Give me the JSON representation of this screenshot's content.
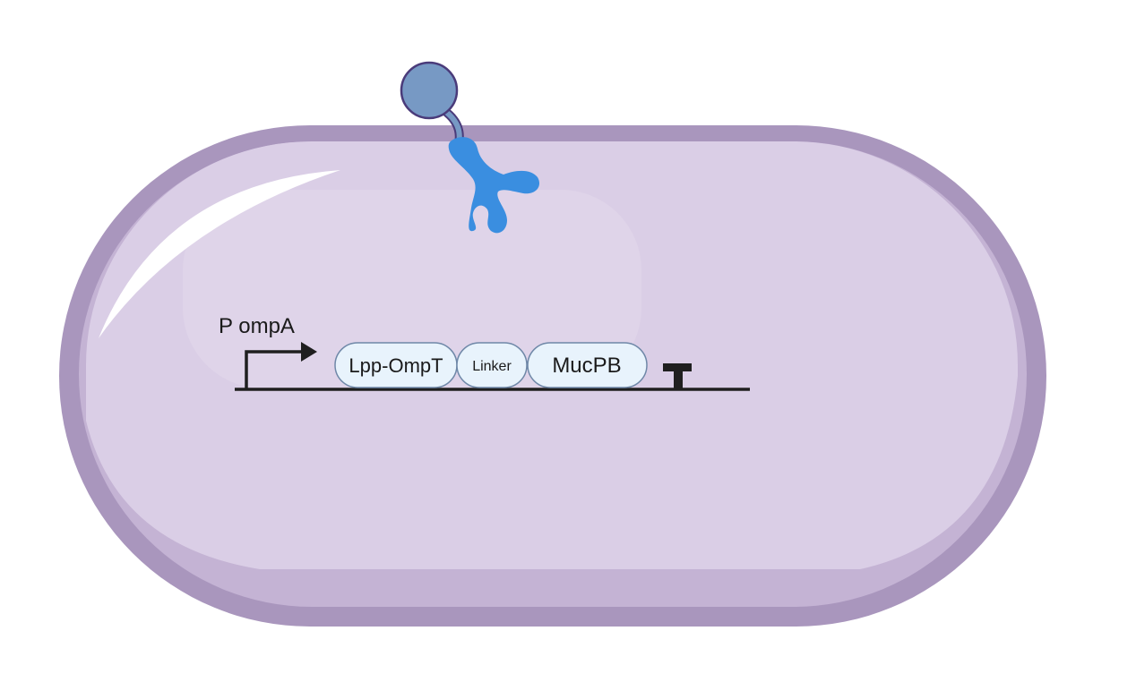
{
  "promoter": {
    "label": "P ompA"
  },
  "parts": [
    {
      "label": "Lpp-OmpT"
    },
    {
      "label": "Linker"
    },
    {
      "label": "MucPB"
    }
  ],
  "colors": {
    "cell_outer": "#a996bd",
    "cell_fill": "#dacee6",
    "cell_lower_shade": "#c4b3d4",
    "part_fill": "#e8f3fc",
    "part_stroke": "#6f88a8",
    "protein_blue": "#3a8ee0",
    "ligand_fill": "#7799c4",
    "ligand_stroke": "#4a3b7a",
    "dna_line": "#1f1f1f"
  },
  "icons": {
    "promoter": "bent-arrow-icon",
    "terminator": "t-shaped-terminator-icon",
    "surface_protein": "y-shaped-receptor-icon",
    "ligand": "ball-on-stalk-icon"
  }
}
